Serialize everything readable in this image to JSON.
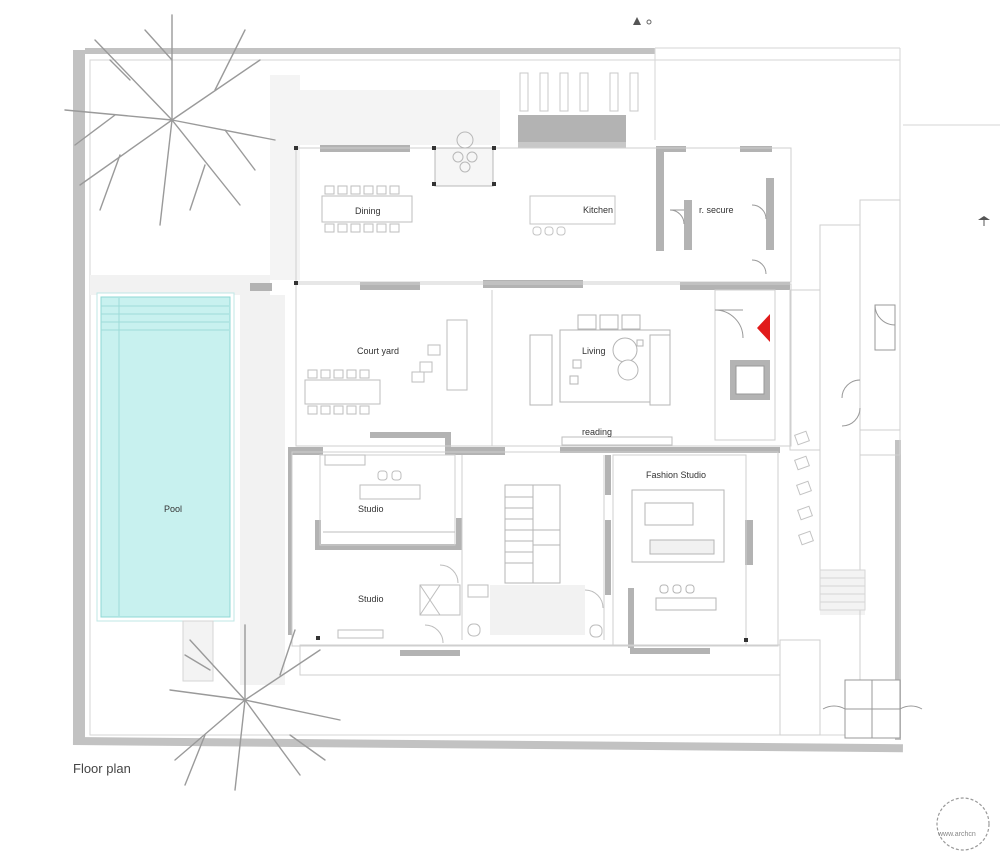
{
  "plan_title": "Floor plan",
  "rooms": {
    "dining": "Dining",
    "kitchen": "Kitchen",
    "secure": "r. secure",
    "courtyard": "Court yard",
    "living": "Living",
    "reading": "reading",
    "studio_upper": "Studio",
    "studio_lower": "Studio",
    "fashion": "Fashion Studio",
    "pool": "Pool"
  },
  "watermark": "www.archcn",
  "colors": {
    "wall": "#b3b3b3",
    "line": "#cfcfcf",
    "pool_water": "#c8f1ef",
    "pool_edge": "#8fd8d4",
    "entry_arrow": "#e11b1b",
    "tree": "#9a9a9a"
  }
}
